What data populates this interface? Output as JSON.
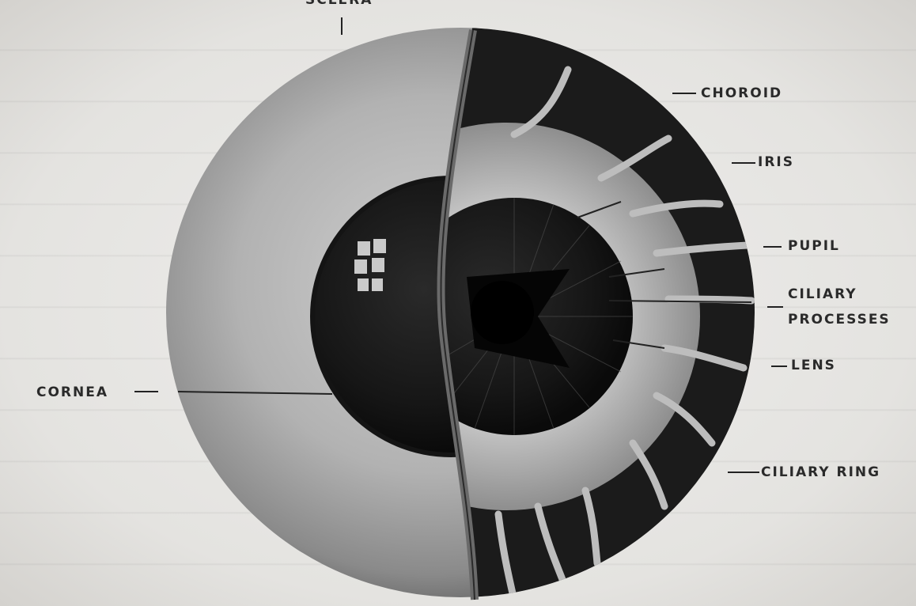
{
  "labels": {
    "sclera": "SCLERA",
    "choroid": "CHOROID",
    "iris": "IRIS",
    "pupil": "PUPIL",
    "ciliary_processes_line1": "CILIARY",
    "ciliary_processes_line2": "PROCESSES",
    "lens": "LENS",
    "cornea": "CORNEA",
    "ciliary_ring": "CILIARY RING"
  }
}
